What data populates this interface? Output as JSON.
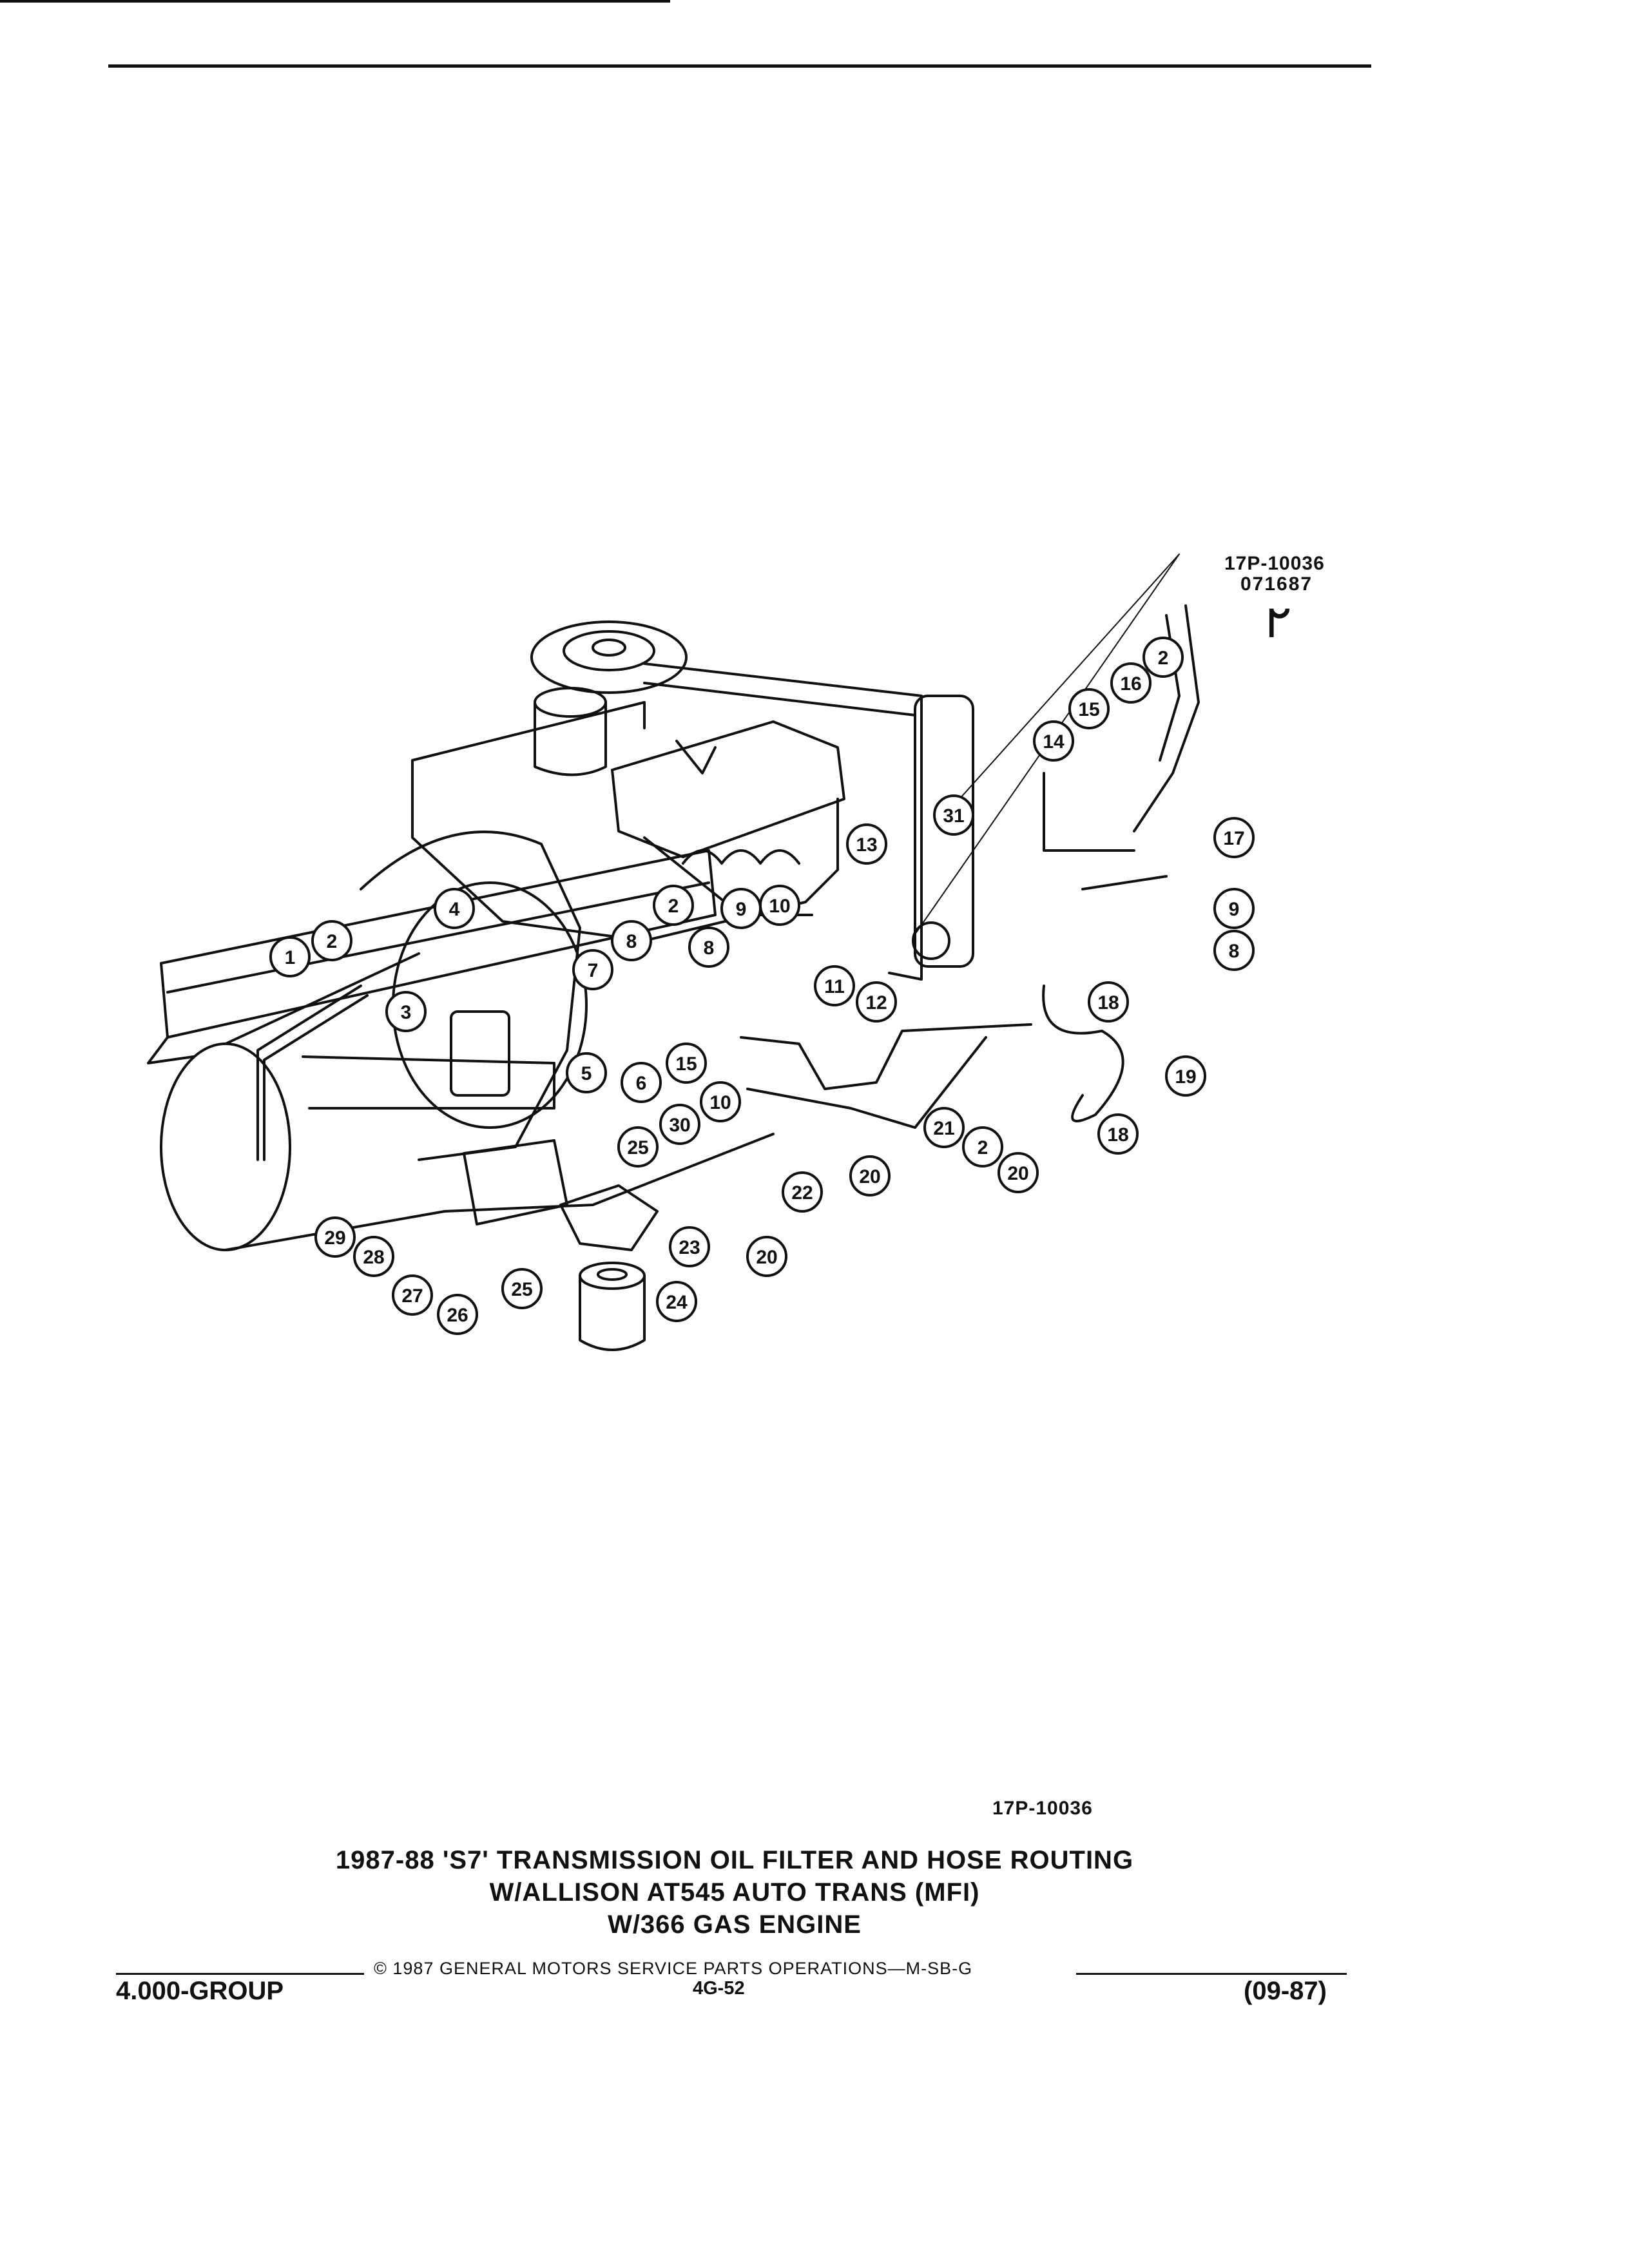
{
  "header": {
    "drawing_code": "17P-10036",
    "drawing_date_code": "071687",
    "corner_glyph": "ᖸ"
  },
  "callouts": [
    "1",
    "2",
    "3",
    "4",
    "5",
    "6",
    "7",
    "8",
    "2",
    "8",
    "9",
    "10",
    "15",
    "11",
    "12",
    "10",
    "30",
    "25",
    "22",
    "20",
    "21",
    "2",
    "20",
    "23",
    "20",
    "29",
    "28",
    "27",
    "26",
    "25",
    "24",
    "13",
    "31",
    "14",
    "15",
    "16",
    "2",
    "17",
    "9",
    "8",
    "18",
    "19",
    "18"
  ],
  "figure": {
    "code": "17P-10036",
    "title_lines": [
      "1987-88 'S7' TRANSMISSION OIL FILTER AND HOSE ROUTING",
      "W/ALLISON AT545 AUTO TRANS (MFI)",
      "W/366 GAS ENGINE"
    ]
  },
  "footer": {
    "copyright": "© 1987 GENERAL MOTORS SERVICE PARTS OPERATIONS—M-SB-G",
    "group": "4.000-GROUP",
    "page": "4G-52",
    "date": "(09-87)"
  }
}
